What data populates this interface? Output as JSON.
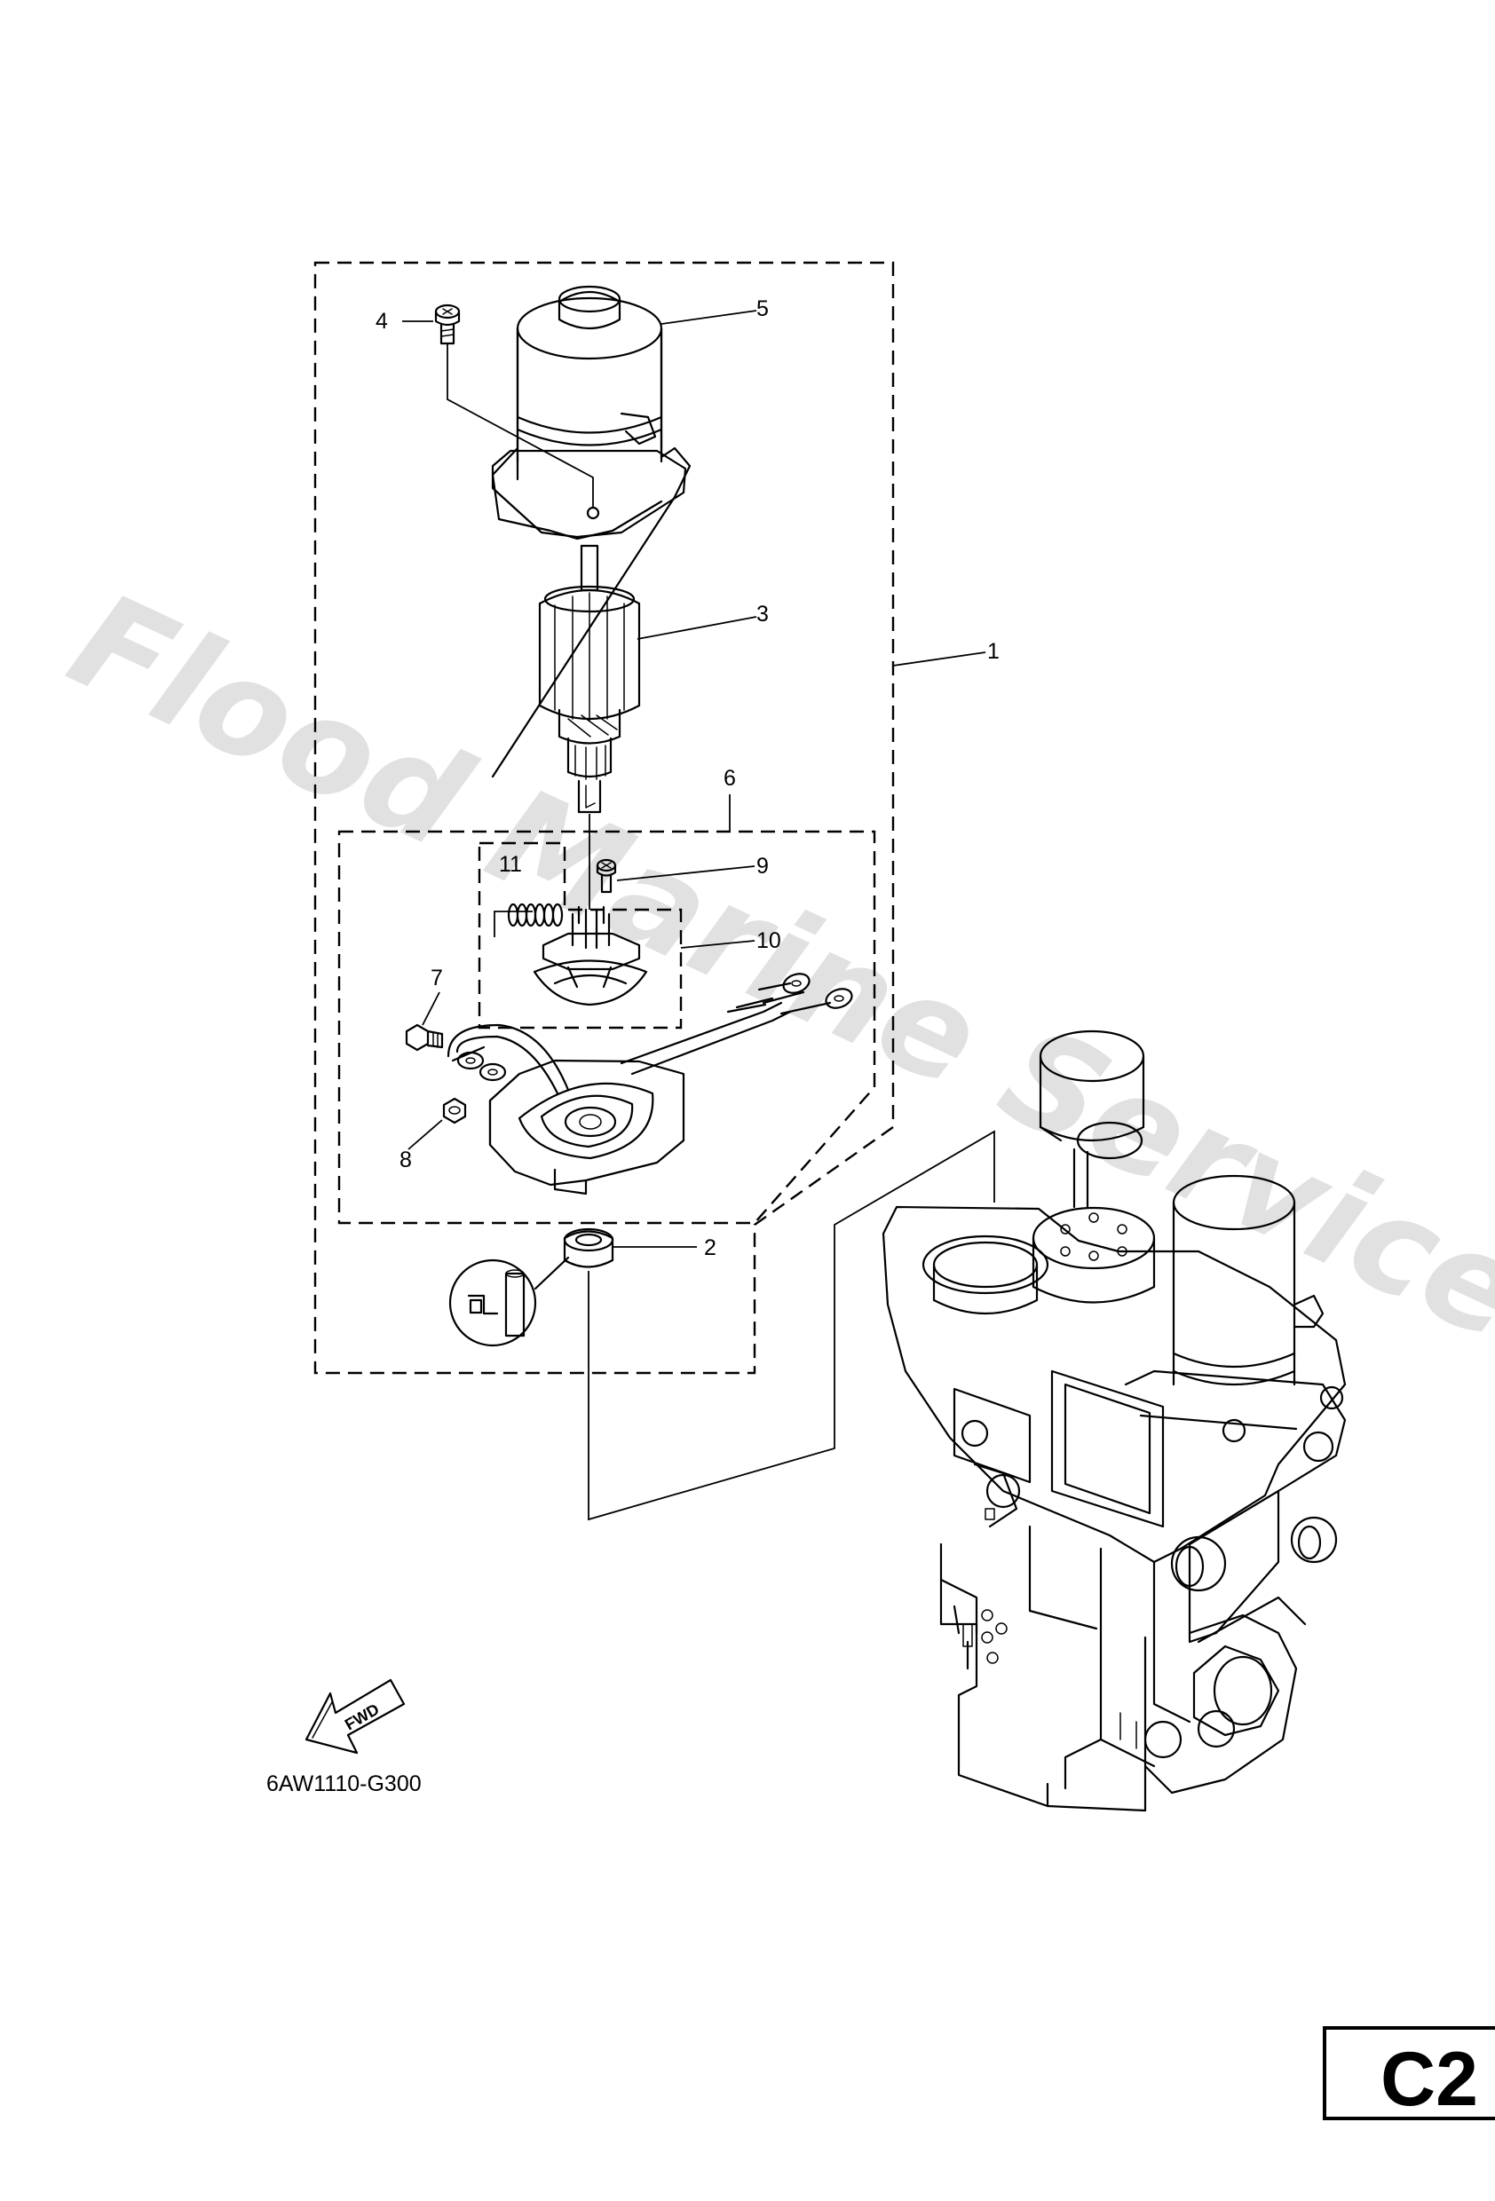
{
  "callouts": [
    {
      "id": "1",
      "label": "1"
    },
    {
      "id": "2",
      "label": "2"
    },
    {
      "id": "3",
      "label": "3"
    },
    {
      "id": "4",
      "label": "4"
    },
    {
      "id": "5",
      "label": "5"
    },
    {
      "id": "6",
      "label": "6"
    },
    {
      "id": "7",
      "label": "7"
    },
    {
      "id": "8",
      "label": "8"
    },
    {
      "id": "9",
      "label": "9"
    },
    {
      "id": "10",
      "label": "10"
    },
    {
      "id": "11",
      "label": "11"
    }
  ],
  "watermark": "Flood Marine Services",
  "diagram_code": "6AW1110-G300",
  "forward_arrow_label": "FWD",
  "page_code": "C2"
}
